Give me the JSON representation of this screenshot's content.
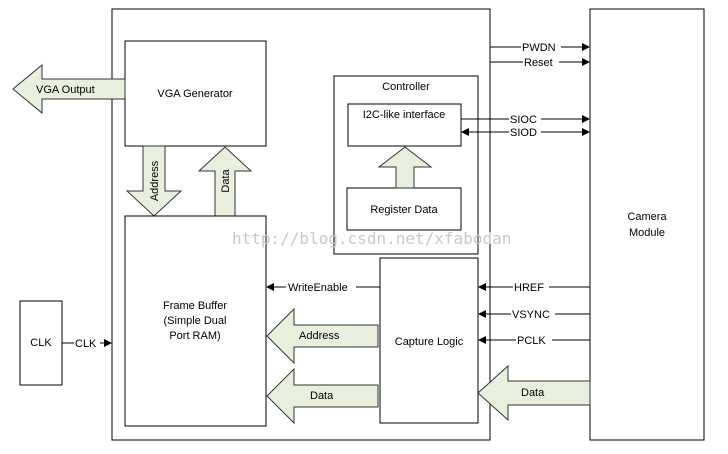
{
  "blocks": {
    "vga_generator": "VGA Generator",
    "controller": "Controller",
    "i2c_interface": "I2C-like interface",
    "register_data": "Register Data",
    "frame_buffer": [
      "Frame Buffer",
      "(Simple Dual",
      "Port RAM)"
    ],
    "capture_logic": "Capture Logic",
    "clk": "CLK",
    "camera_module": [
      "Camera",
      "Module"
    ]
  },
  "buses": {
    "vga_output": "VGA Output",
    "address_down": "Address",
    "data_up": "Data",
    "address_left": "Address",
    "data_left": "Data",
    "data_camera": "Data"
  },
  "signals": {
    "pwdn": "PWDN",
    "reset": "Reset",
    "sioc": "SIOC",
    "siod": "SIOD",
    "href": "HREF",
    "vsync": "VSYNC",
    "pclk": "PCLK",
    "write_enable": "WriteEnable",
    "clk_wire": "CLK"
  },
  "watermark": "http://blog.csdn.net/xfabodan",
  "colors": {
    "bus_fill": "#e8efdd",
    "outline": "#000000"
  }
}
